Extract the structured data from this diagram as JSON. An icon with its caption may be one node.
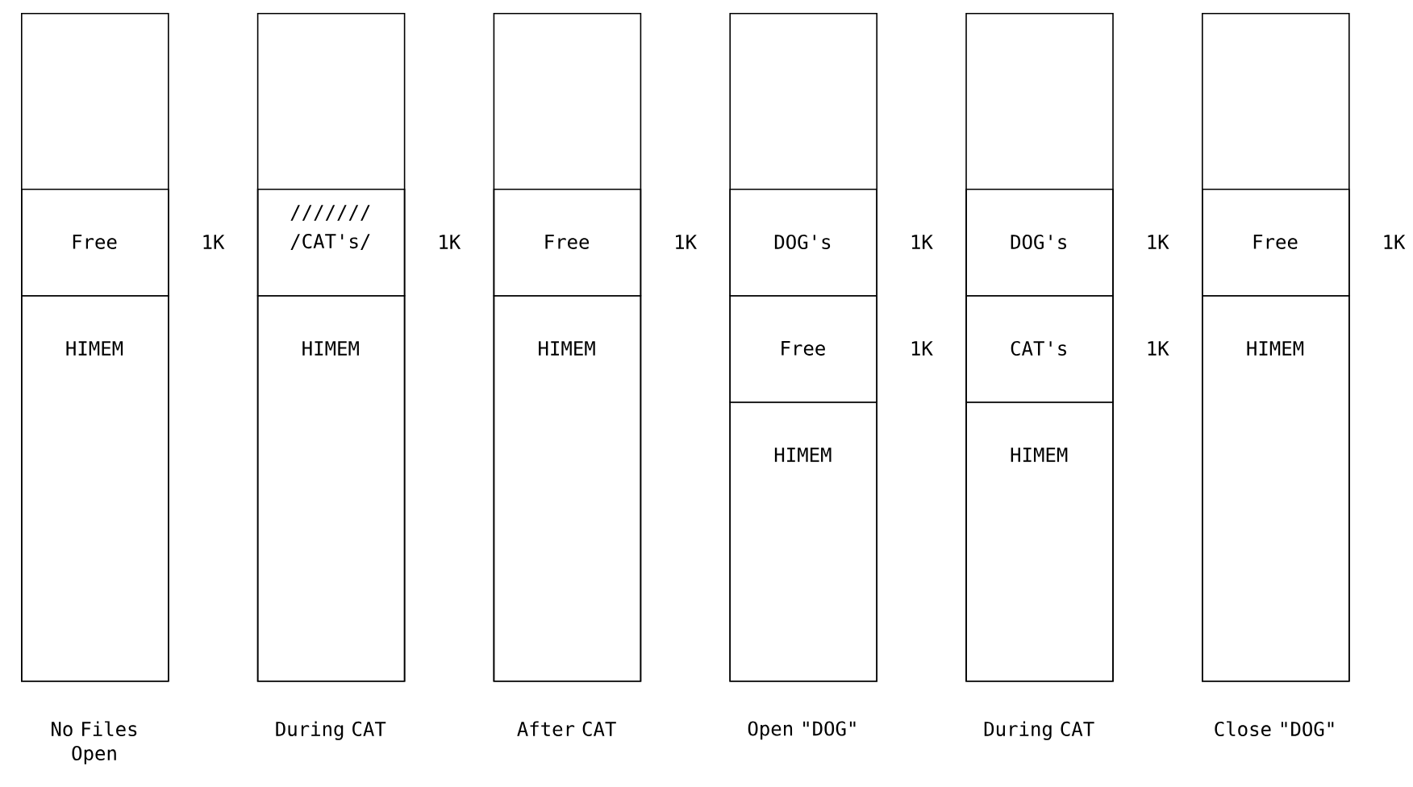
{
  "diagram": {
    "nodes": [
      {
        "text": [],
        "shape": "box",
        "beside": [
          "No Files Open"
        ]
      },
      {
        "text": [
          "Free"
        ],
        "in": 0,
        "beside": [
          "1K"
        ]
      },
      {
        "text": [
          "HIMEM"
        ],
        "in": 0
      },
      {
        "text": [],
        "shape": "box",
        "beside": [
          "During CAT"
        ]
      },
      {
        "text": [
          "///////",
          "/CAT's/"
        ],
        "in": 3,
        "beside": [
          "1K"
        ]
      },
      {
        "text": [
          "HIMEM"
        ],
        "in": 3
      },
      {
        "text": [],
        "shape": "box",
        "beside": [
          "After CAT"
        ]
      },
      {
        "text": [
          "Free"
        ],
        "in": 6,
        "beside": [
          "1K"
        ]
      },
      {
        "text": [
          "HIMEM"
        ],
        "in": 6
      },
      {
        "text": [],
        "shape": "box",
        "beside": [
          "Open \"DOG\""
        ]
      },
      {
        "text": [
          "DOG's"
        ],
        "in": 9,
        "beside": [
          "1K"
        ]
      },
      {
        "text": [
          "Free"
        ],
        "in": 9,
        "beside": [
          "1K"
        ]
      },
      {
        "text": [
          "HIMEM"
        ],
        "in": 9
      },
      {
        "text": [],
        "shape": "box",
        "beside": [
          "During CAT"
        ]
      },
      {
        "text": [
          "DOG's"
        ],
        "in": 13,
        "beside": [
          "1K"
        ]
      },
      {
        "text": [
          "CAT's"
        ],
        "in": 13,
        "beside": [
          "1K"
        ]
      },
      {
        "text": [
          "HIMEM"
        ],
        "in": 13
      },
      {
        "text": [],
        "shape": "box",
        "beside": [
          "Close \"DOG\""
        ]
      },
      {
        "text": [
          "Free"
        ],
        "in": 17,
        "beside": [
          "1K"
        ]
      },
      {
        "text": [
          "HIMEM"
        ],
        "in": 17
      }
    ]
  }
}
